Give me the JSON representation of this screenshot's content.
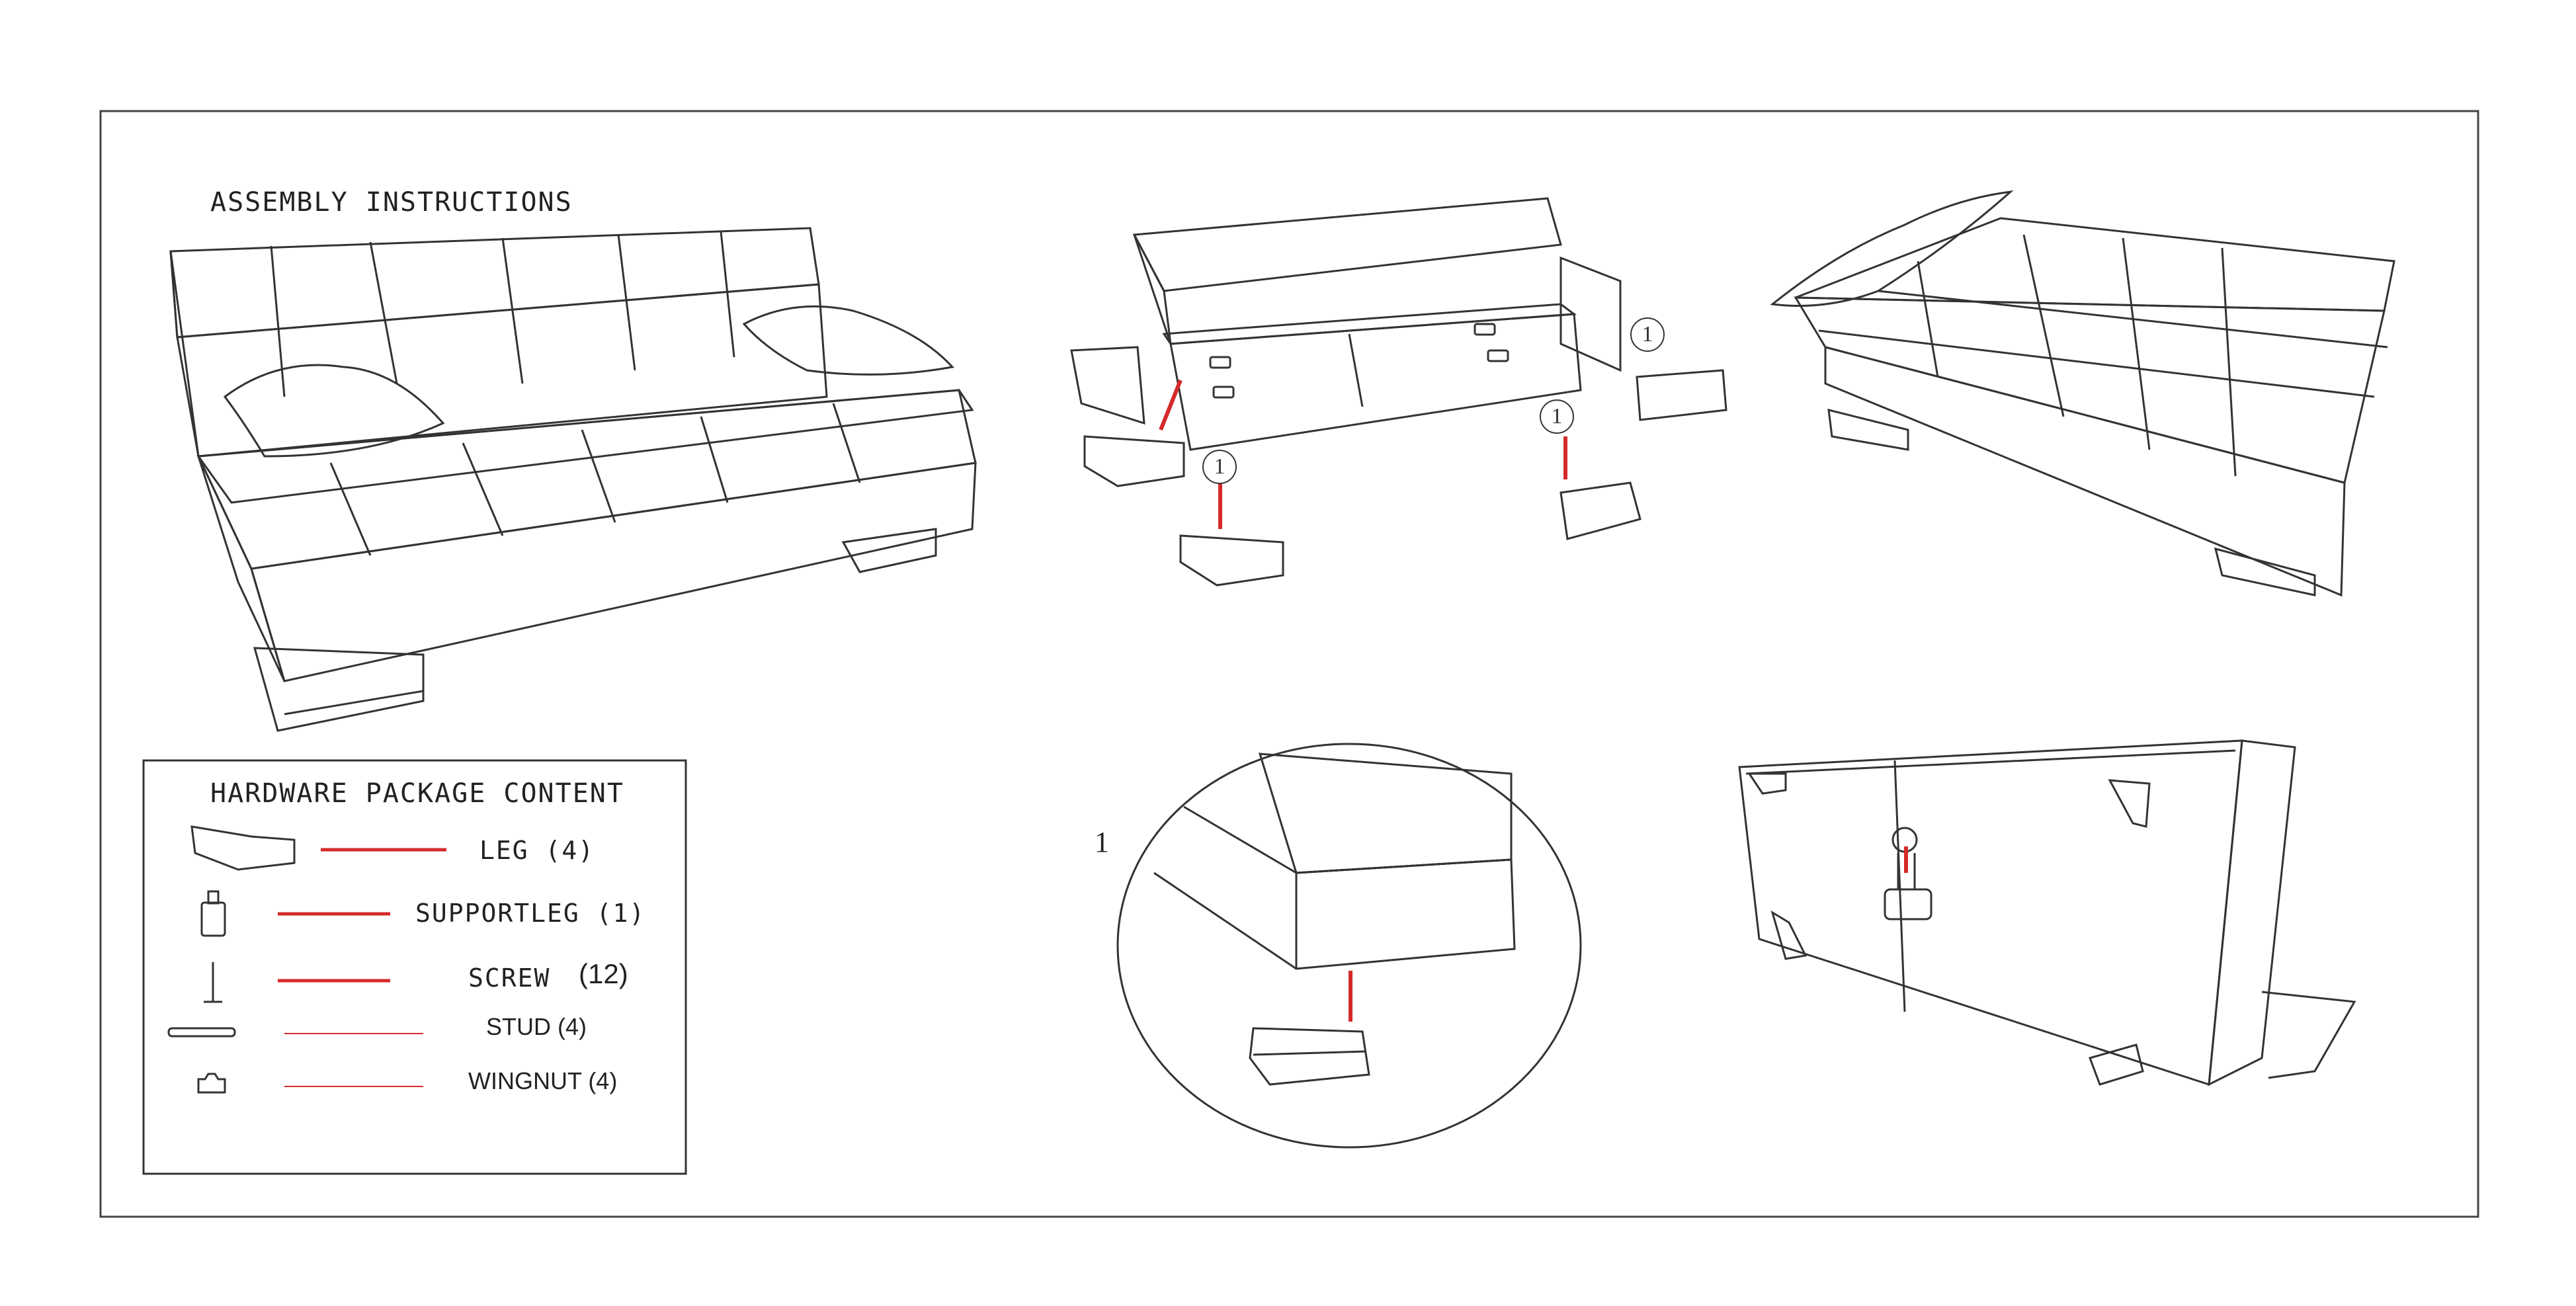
{
  "title": "ASSEMBLY INSTRUCTIONS",
  "hardware": {
    "heading": "HARDWARE PACKAGE CONTENT",
    "items": [
      {
        "label": "LEG (4)",
        "icon": "leg-icon"
      },
      {
        "label": "SUPPORTLEG (1)",
        "icon": "support-leg-icon"
      },
      {
        "label": "SCREW",
        "count": "(12)",
        "icon": "screw-icon"
      },
      {
        "label": "STUD (4)",
        "icon": "stud-icon"
      },
      {
        "label": "WINGNUT (4)",
        "icon": "wingnut-icon"
      }
    ]
  },
  "callouts": {
    "step1": "1",
    "detail_label": "1"
  },
  "colors": {
    "line": "#333333",
    "accent": "#d42a2a",
    "frame": "#444444",
    "background": "#ffffff"
  }
}
